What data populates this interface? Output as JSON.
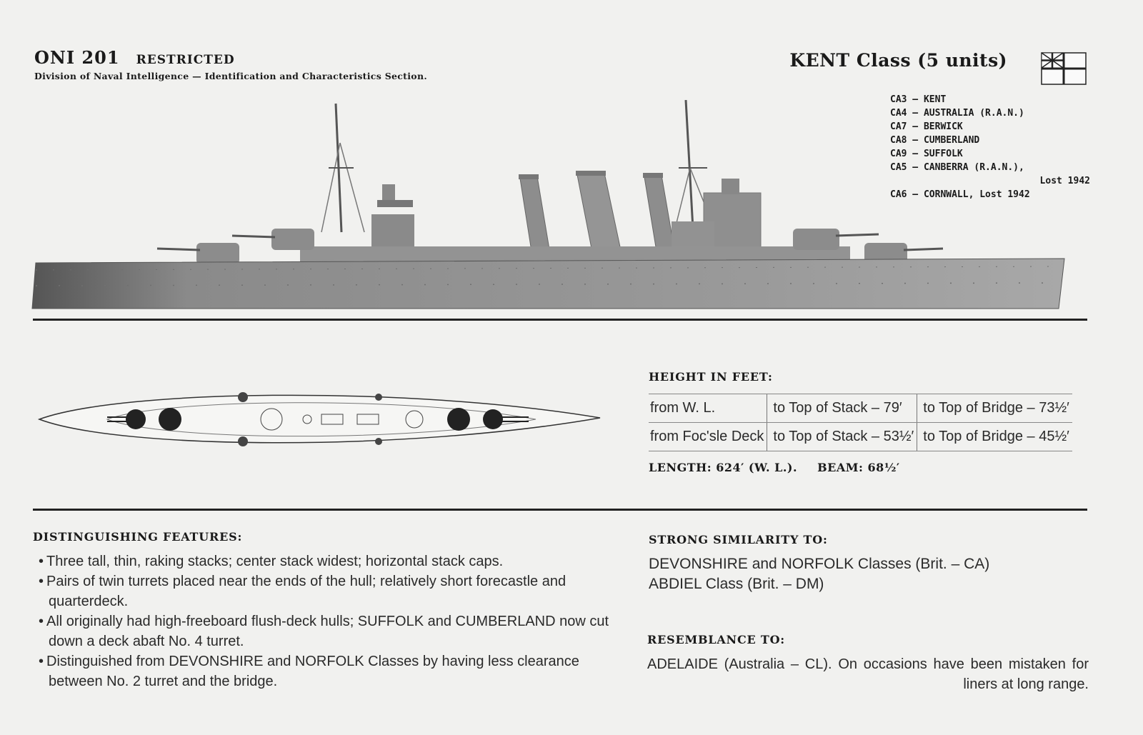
{
  "header": {
    "oni": "ONI 201",
    "restricted": "RESTRICTED",
    "division": "Division of Naval Intelligence — Identification and Characteristics Section.",
    "class_title": "KENT Class (5 units)"
  },
  "units": [
    "CA3 – KENT",
    "CA4 – AUSTRALIA (R.A.N.)",
    "CA7 – BERWICK",
    "CA8 – CUMBERLAND",
    "CA9 – SUFFOLK",
    "CA5 – CANBERRA (R.A.N.),",
    "Lost 1942",
    "CA6 – CORNWALL, Lost 1942"
  ],
  "height": {
    "heading": "HEIGHT IN FEET:",
    "rows": [
      [
        "from W. L.",
        "to Top of Stack – 79′",
        "to Top of Bridge – 73½′"
      ],
      [
        "from Foc'sle Deck",
        "to Top of Stack – 53½′",
        "to Top of Bridge – 45½′"
      ]
    ]
  },
  "dimensions": {
    "length": "LENGTH: 624′ (W. L.).",
    "beam": "BEAM: 68½′"
  },
  "features": {
    "heading": "DISTINGUISHING FEATURES:",
    "items": [
      "Three tall, thin, raking stacks; center stack widest; horizontal stack caps.",
      "Pairs of twin turrets placed near the ends of the hull; relatively short forecastle and quarterdeck.",
      "All originally had high-freeboard flush-deck hulls; SUFFOLK and CUMBERLAND now cut down a deck abaft No. 4 turret.",
      "Distinguished from DEVONSHIRE and NORFOLK Classes by having less clearance between No. 2 turret and the bridge."
    ]
  },
  "similarity": {
    "heading": "STRONG SIMILARITY TO:",
    "items": [
      "DEVONSHIRE and NORFOLK Classes (Brit. – CA)",
      "ABDIEL Class (Brit. – DM)"
    ]
  },
  "resemblance": {
    "heading": "RESEMBLANCE TO:",
    "text": "ADELAIDE (Australia – CL).   On occasions have been mistaken for liners at long range."
  },
  "colors": {
    "ink": "#1a1a1a",
    "paper": "#f1f1ef",
    "hull": "#8c8c8c"
  }
}
